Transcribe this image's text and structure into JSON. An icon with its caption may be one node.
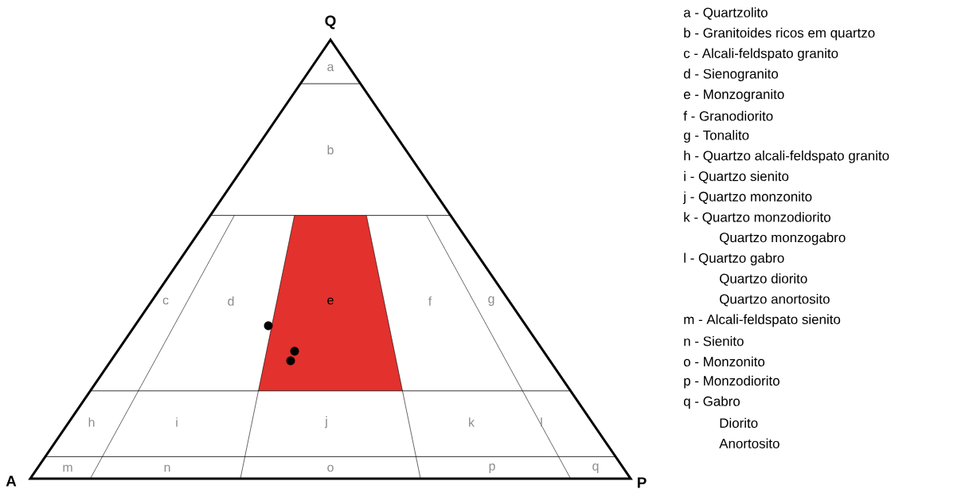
{
  "diagram": {
    "nodes": [
      {
        "text": [
          "a"
        ]
      },
      {
        "text": [
          "b"
        ]
      },
      {
        "text": [
          "c"
        ]
      },
      {
        "text": [
          "d"
        ]
      },
      {
        "text": [
          "e"
        ]
      },
      {
        "text": [
          "f"
        ]
      },
      {
        "text": [
          "g"
        ]
      },
      {
        "text": [
          "h"
        ]
      },
      {
        "text": [
          "i"
        ]
      },
      {
        "text": [
          "j"
        ]
      },
      {
        "text": [
          "k"
        ]
      },
      {
        "text": [
          "l"
        ]
      },
      {
        "text": [
          "m"
        ]
      },
      {
        "text": [
          "n"
        ]
      },
      {
        "text": [
          "o"
        ]
      },
      {
        "text": [
          "p"
        ]
      },
      {
        "text": [
          "q"
        ]
      }
    ],
    "labels": [
      "Q",
      "A",
      "P",
      "a - Quartzolito",
      "b - Granitoides ricos em quartzo",
      "c - Alcali-feldspato granito",
      "d - Sienogranito",
      "e - Monzogranito",
      "f - Granodiorito",
      "g - Tonalito",
      "h - Quartzo alcali-feldspato granito",
      "i - Quartzo sienito",
      "j - Quartzo monzonito",
      "k - Quartzo monzodiorito",
      "Quartzo monzogabro",
      "l - Quartzo gabro",
      "Quartzo diorito",
      "Quartzo anortosito",
      "m - Alcali-feldspato sienito",
      "n - Sienito",
      "o - Monzonito",
      "p - Monzodiorito",
      "q - Gabro",
      "Diorito",
      "Anortosito"
    ]
  }
}
